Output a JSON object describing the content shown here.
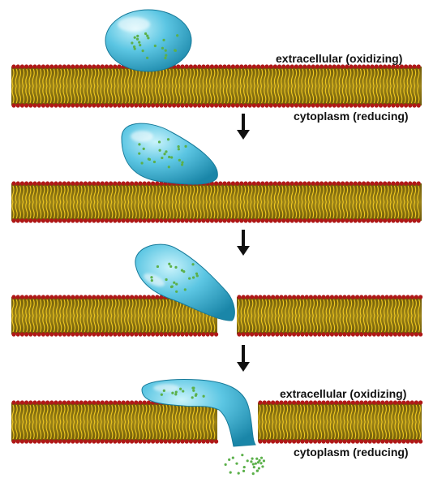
{
  "labels": {
    "extracellular_top": "extracellular (oxidizing)",
    "cytoplasm_top": "cytoplasm (reducing)",
    "extracellular_bottom": "extracellular (oxidizing)",
    "cytoplasm_bottom": "cytoplasm (reducing)"
  },
  "colors": {
    "membrane_fill": "#8a7410",
    "lipid_tail": "#f0c820",
    "headgroup": "#b01818",
    "droplet_light": "#9fe6f5",
    "droplet_dark": "#1a86a8",
    "cargo_dots": "#5bb04a",
    "arrow": "#111111"
  },
  "icons": {
    "step_arrow": "down-arrow-icon",
    "vesicle": "droplet-icon"
  }
}
